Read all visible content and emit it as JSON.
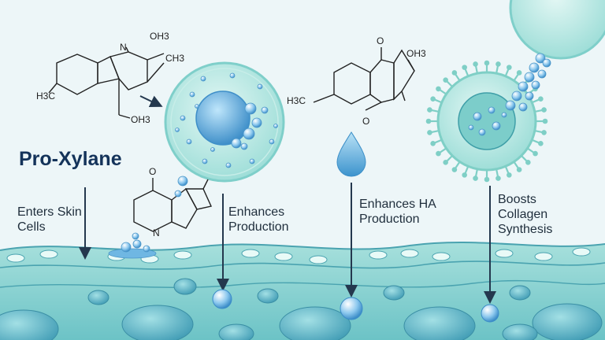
{
  "title": "Pro-Xylane",
  "steps": [
    "Enters Skin Cells",
    "Enhances Production",
    "Enhances HA Production",
    "Boosts Collagen Synthesis"
  ],
  "molecule_1": {
    "atom_n": "N",
    "oh_top": "OH3",
    "ch3": "CH3",
    "h3c": "H3C",
    "oh_bottom": "OH3"
  },
  "molecule_2": {
    "o_top_left": "O",
    "oh_right": "OH3",
    "h3c": "H3C",
    "o_bottom": "O"
  },
  "molecule_3": {
    "o_top": "O",
    "n": "N"
  },
  "colors": {
    "title": "#14335a",
    "cell_fill": "#a8e3e0",
    "nucleus": "#5fa8d8",
    "skin_fill": "#8fd3d4",
    "arrow": "#24384e"
  },
  "icons": [
    "droplet-icon",
    "cell-icon",
    "collagen-chain-icon"
  ]
}
